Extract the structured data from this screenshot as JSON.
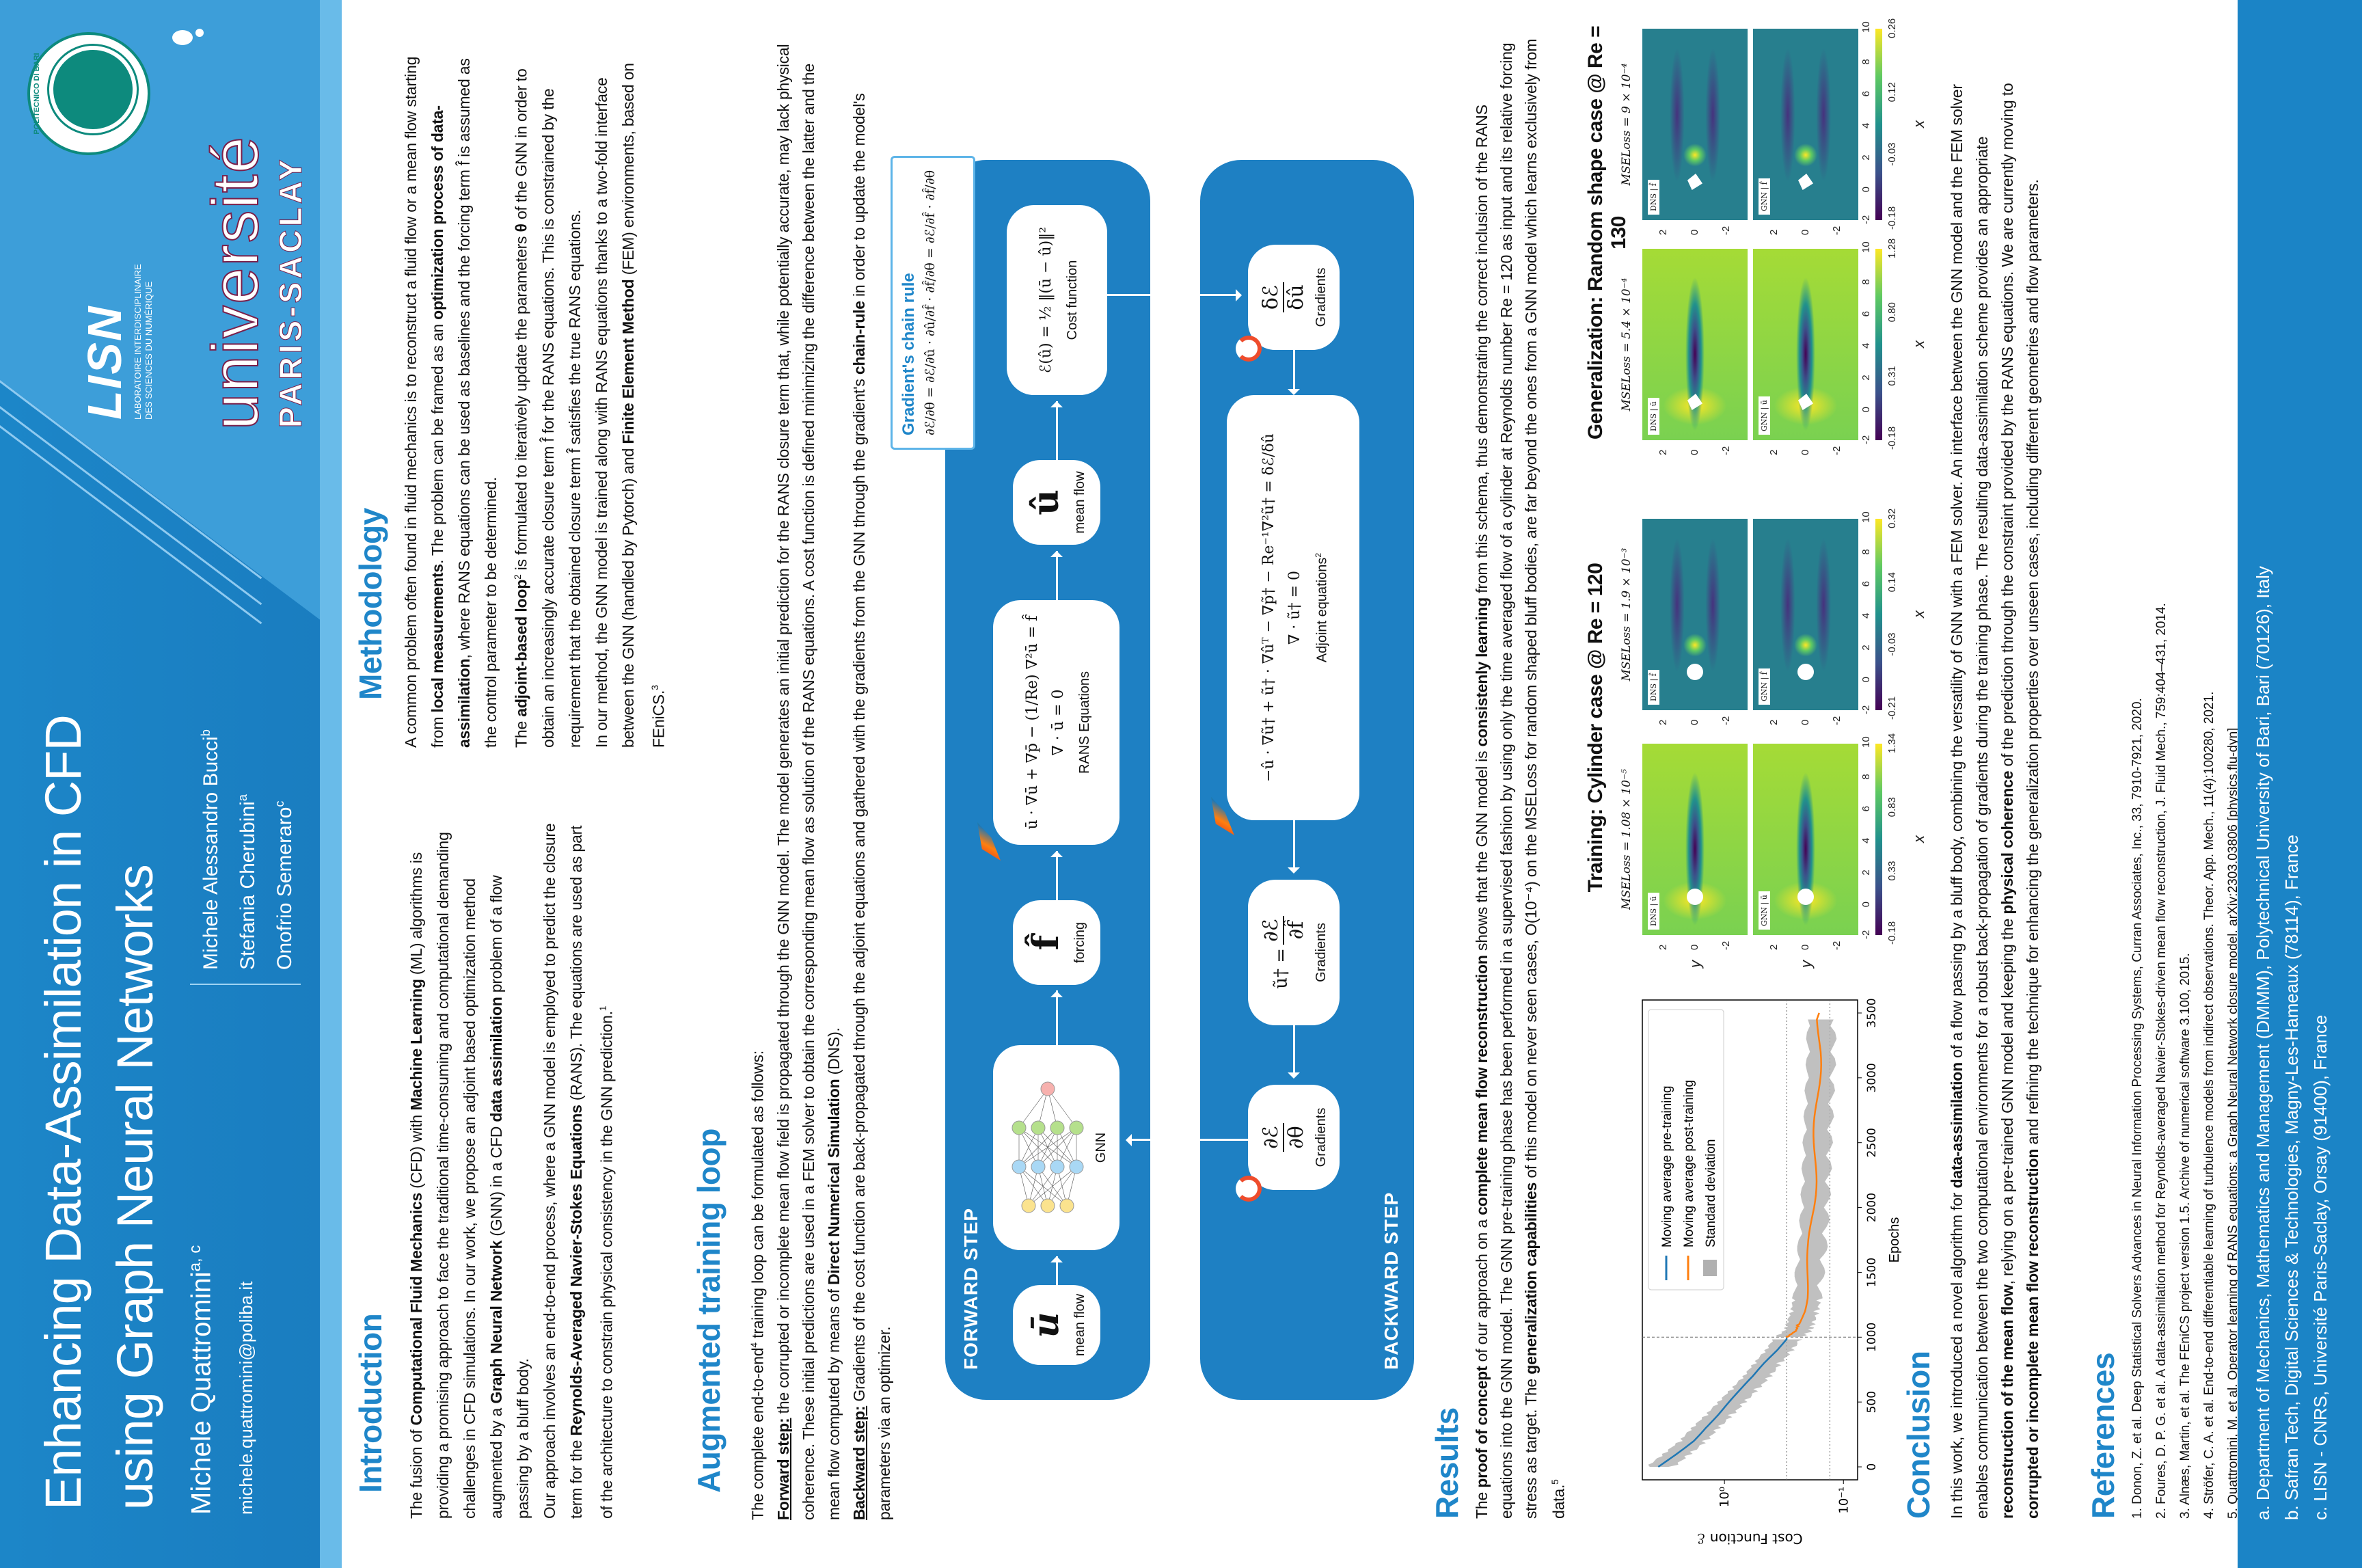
{
  "header": {
    "title_line1": "Enhancing Data-Assimilation in CFD",
    "title_line2": "using Graph Neural Networks",
    "main_author": "Michele Quattromini",
    "main_author_sup": "a, c",
    "email": "michele.quattromini@poliba.it",
    "coauthors": [
      {
        "name": "Michele Alessandro Bucci",
        "sup": "b"
      },
      {
        "name": "Stefania Cherubini",
        "sup": "a"
      },
      {
        "name": "Onofrio Semeraro",
        "sup": "c"
      }
    ],
    "logos": {
      "poliba": "POLITECNICO DI BARI",
      "lisn": "LISN",
      "lisn_sub1": "LABORATOIRE INTERDISCIPLINAIRE",
      "lisn_sub2": "DES SCIENCES DU NUMÉRIQUE",
      "univ": "université",
      "paris": "PARIS-SACLAY"
    }
  },
  "introduction": {
    "heading": "Introduction",
    "paragraphs": [
      [
        "The fusion of ",
        {
          "b": "Computational Fluid Mechanics"
        },
        " (CFD) with ",
        {
          "b": "Machine Learning"
        },
        " (ML) algorithms is providing a promising approach to face the traditional time-consuming and computational demanding challenges in CFD simulations. In our work, we propose an adjoint based optimization method augmented by a ",
        {
          "b": "Graph Neural Network"
        },
        " (GNN) in a CFD ",
        {
          "b": "data assimilation"
        },
        " problem of a flow passing by a bluff body."
      ],
      [
        "Our approach involves an end-to-end process, where a GNN model is employed to predict the closure term for the ",
        {
          "b": "Reynolds-Averaged Navier-Stokes Equations"
        },
        " (RANS). The equations are used as part of the architecture to constrain physical consistency in the GNN prediction.",
        {
          "sup": "1"
        }
      ]
    ]
  },
  "methodology": {
    "heading": "Methodology",
    "paragraphs": [
      [
        "A common problem often found in fluid mechanics is to reconstruct a fluid flow or a mean flow starting from ",
        {
          "b": "local measurements"
        },
        ". The problem can be framed as an ",
        {
          "b": "optimization process of data-assimilation"
        },
        ", where RANS equations can be used as baselines and the forcing term  f̂  is assumed as the control parameter to be determined."
      ],
      [
        "The ",
        {
          "b": "adjoint-based loop"
        },
        {
          "sup": "2"
        },
        " is formulated to iteratively update the parameters ",
        {
          "b": "θ"
        },
        " of the GNN in order to obtain an increasingly accurate closure term  f̂  for the RANS equations. This is constrained by the requirement that the obtained closure term f̂ satisfies the true RANS equations."
      ],
      [
        "In our method, the GNN model is trained along with RANS equations thanks to a two-fold interface between the GNN (handled by Pytorch) and ",
        {
          "b": "Finite Element Method"
        },
        " (FEM) environments, based on FEniCS.",
        {
          "sup": "3"
        }
      ]
    ]
  },
  "training_loop": {
    "heading": "Augmented training loop",
    "paragraphs": [
      [
        "The complete end-to-end",
        {
          "sup": "4"
        },
        " training loop can be formulated as follows:"
      ],
      [
        {
          "u": "Forward step:"
        },
        " the corrupted or incomplete mean flow field is propagated through the GNN model. The model generates an initial prediction for the RANS closure term that, while potentially accurate, may lack physical coherence. These initial predictions are used in a FEM solver to obtain the corresponding mean flow as solution of the RANS equations. A cost function is defined minimizing the difference between the latter and the mean flow computed by means of ",
        {
          "b": "Direct Numerical Simulation"
        },
        " (DNS)."
      ],
      [
        {
          "u": "Backward step:"
        },
        " Gradients of the cost function are back-propagated through the adjoint equations and gathered with the gradients from the GNN through the gradient's ",
        {
          "b": "chain-rule"
        },
        " in order to update the model's parameters via an optimizer."
      ]
    ]
  },
  "diagram": {
    "forward_label": "FORWARD STEP",
    "backward_label": "BACKWARD STEP",
    "mean_flow_in": {
      "symbol": "ū",
      "caption": "mean flow"
    },
    "gnn": {
      "caption": "GNN"
    },
    "forcing": {
      "symbol": "f̂",
      "caption": "forcing"
    },
    "rans": {
      "eq1": "ū · ∇ū + ∇p̄ − (1/Re) ∇²ū = f̂",
      "eq2": "∇ · ū = 0",
      "caption": "RANS Equations"
    },
    "mean_flow_out": {
      "symbol": "û",
      "caption": "mean flow"
    },
    "cost": {
      "eq": "ℰ(û) = ½ ‖(ū − û)‖²",
      "caption": "Cost function"
    },
    "chain_rule": {
      "title": "Gradient's chain rule",
      "eq": "∂ℰ/∂θ = ∂ℰ/∂û · ∂û/∂f̂ · ∂f̂/∂θ = ∂ℰ/∂f̂ · ∂f̂/∂θ"
    },
    "grad_theta": {
      "num": "∂ℰ",
      "den": "∂θ",
      "caption": "Gradients"
    },
    "grad_f": {
      "lhs": "ũ† =",
      "num": "∂ℰ",
      "den": "∂f̂",
      "caption": "Gradients"
    },
    "adjoint": {
      "eq1": "−û · ∇ũ† + ũ† · ∇ûᵀ − ∇p̃† − Re⁻¹∇²ũ† = δℰ/δû",
      "eq2": "∇ · ũ† = 0",
      "caption": "Adjoint equations",
      "caption_sup": "2"
    },
    "grad_u": {
      "num": "δℰ",
      "den": "δû",
      "caption": "Gradients"
    }
  },
  "results": {
    "heading": "Results",
    "paragraphs": [
      [
        "The ",
        {
          "b": "proof of concept"
        },
        " of our approach on a ",
        {
          "b": "complete mean flow reconstruction"
        },
        " shows that the GNN model is ",
        {
          "b": "consistenly learning"
        },
        " from this schema, thus demonstrating the correct inclusion of the RANS equations into the GNN model. The GNN pre-training phase has been performed in a supervised fashion by using only the time averaged flow of a cylinder at Reynolds number Re = 120 as input and its relative forcing stress as target. The ",
        {
          "b": "generalization capabilities"
        },
        " of this model on never seen cases, O(10⁻⁴) on the MSELoss for random shaped bluff bodies, are far beyond the ones from a GNN model which learns exclusively from data.",
        {
          "sup": "5"
        }
      ]
    ],
    "heatmaps": {
      "training_title": "Training: Cylinder case @ Re = 120",
      "generalization_title": "Generalization: Random shape case @ Re = 130",
      "x_label": "x",
      "y_label": "y",
      "x_ticks": [
        "-2",
        "0",
        "2",
        "4",
        "6",
        "8",
        "10"
      ],
      "y_ticks": [
        "2",
        "0",
        "-2"
      ],
      "columns": [
        {
          "mse": "MSELoss = 1.08 × 10⁻⁵",
          "field": "u",
          "shape": "cylinder",
          "dns_label": "DNS | ū",
          "gnn_label": "GNN | ū",
          "cbar": [
            "-0.18",
            "0.33",
            "0.83",
            "1.34"
          ]
        },
        {
          "mse": "MSELoss = 1.9 × 10⁻³",
          "field": "f",
          "shape": "cylinder",
          "dns_label": "DNS | f̂",
          "gnn_label": "GNN | f̂",
          "cbar": [
            "-0.21",
            "-0.03",
            "0.14",
            "0.32"
          ]
        },
        {
          "mse": "MSELoss = 5.4 × 10⁻⁴",
          "field": "u",
          "shape": "random",
          "dns_label": "DNS | ū",
          "gnn_label": "GNN | ū",
          "cbar": [
            "-0.18",
            "0.31",
            "0.80",
            "1.28"
          ]
        },
        {
          "mse": "MSELoss = 9 × 10⁻⁴",
          "field": "f",
          "shape": "random",
          "dns_label": "DNS | f̂",
          "gnn_label": "GNN | f̂",
          "cbar": [
            "-0.18",
            "-0.03",
            "0.12",
            "0.26"
          ]
        }
      ],
      "colors": {
        "low": "#440154",
        "mid": "#21918c",
        "high": "#fde725"
      }
    }
  },
  "chart_data": {
    "type": "line",
    "title": "",
    "xlabel": "Epochs",
    "ylabel": "Cost Function ℰ",
    "yscale": "log",
    "xlim": [
      -100,
      3600
    ],
    "ylim": [
      0.076,
      4.9
    ],
    "x_ticks": [
      0,
      500,
      1000,
      1500,
      2000,
      2500,
      3000,
      3500
    ],
    "y_ticks": [
      {
        "value": 1,
        "label": "10⁰"
      },
      {
        "value": 0.1,
        "label": "10⁻¹"
      }
    ],
    "reference_lines": {
      "x": [
        1000
      ],
      "y": [
        0.3,
        0.13
      ]
    },
    "legend_position": "top-right",
    "series": [
      {
        "name": "Moving average pre-training",
        "color": "#1f77b4",
        "x": [
          0,
          100,
          200,
          300,
          400,
          500,
          600,
          700,
          800,
          900,
          1000
        ],
        "y": [
          3.6,
          2.6,
          1.9,
          1.5,
          1.15,
          0.9,
          0.7,
          0.55,
          0.45,
          0.36,
          0.3
        ]
      },
      {
        "name": "Moving average post-training",
        "color": "#ff7f0e",
        "x": [
          1000,
          1050,
          1100,
          1200,
          1300,
          1500,
          1700,
          2000,
          2300,
          2600,
          2900,
          3200,
          3500
        ],
        "y": [
          0.3,
          0.25,
          0.24,
          0.22,
          0.21,
          0.2,
          0.19,
          0.18,
          0.175,
          0.17,
          0.165,
          0.16,
          0.16
        ]
      },
      {
        "name": "Standard deviation",
        "color": "#b0b0b0",
        "relative_spread": 0.18
      }
    ]
  },
  "conclusion": {
    "heading": "Conclusion",
    "paragraphs": [
      [
        "In this work, we introduced a novel algorithm for ",
        {
          "b": "data-assimilation"
        },
        " of a flow passing by a bluff body, combining the versatility of GNN with a FEM solver. An interface between the GNN model and the FEM solver enables communication between the two computational environments for a robust back-propagation of gradients during the training phase. The resulting data-assimilation scheme provides an appropriate ",
        {
          "b": "reconstruction of the mean flow"
        },
        ", relying on a pre-trained GNN model and keeping the ",
        {
          "b": "physical coherence"
        },
        " of the prediction through the constraint provided by the RANS equations. We are currently moving to ",
        {
          "b": "corrupted or incomplete mean flow reconstruction"
        },
        " and refining the technique for enhancing the generalization properties over unseen cases, including different geometries and flow parameters."
      ]
    ]
  },
  "references": {
    "heading": "References",
    "items": [
      "1.  Donon, Z. et al. Deep Statistical Solvers Advances in Neural Information Processing Systems, Curran Associates, Inc., 33, 7910-7921, 2020.",
      "2.  Foures, D. P. G. et al. A data-assimilation method for Reynolds-averaged Navier-Stokes-driven mean flow reconstruction, J. Fluid Mech., 759:404–431, 2014.",
      "3.  Alnæs, Martin, et al. The FEniCS project version 1.5. Archive of numerical software 3.100, 2015.",
      "4.  Ströfer, C. A. et al. End-to-end differentiable learning of turbulence models from indirect observations. Theor. App. Mech., 11(4):100280, 2021.",
      "5.  Quattromini, M. et al. Operator learning of RANS equations: a Graph Neural Network closure model. arXiv:2303.03806 [physics.flu-dyn]"
    ]
  },
  "affiliations": [
    "a.  Department of  Mechanics, Mathematics and Management (DMMM), Polytechnical University of Bari, Bari (70126), Italy",
    "b.  Safran Tech, Digital Sciences & Technologies, Magny-Les-Hameaux (78114), France",
    "c.  LISN - CNRS, Université Paris-Saclay, Orsay (91400), France"
  ]
}
